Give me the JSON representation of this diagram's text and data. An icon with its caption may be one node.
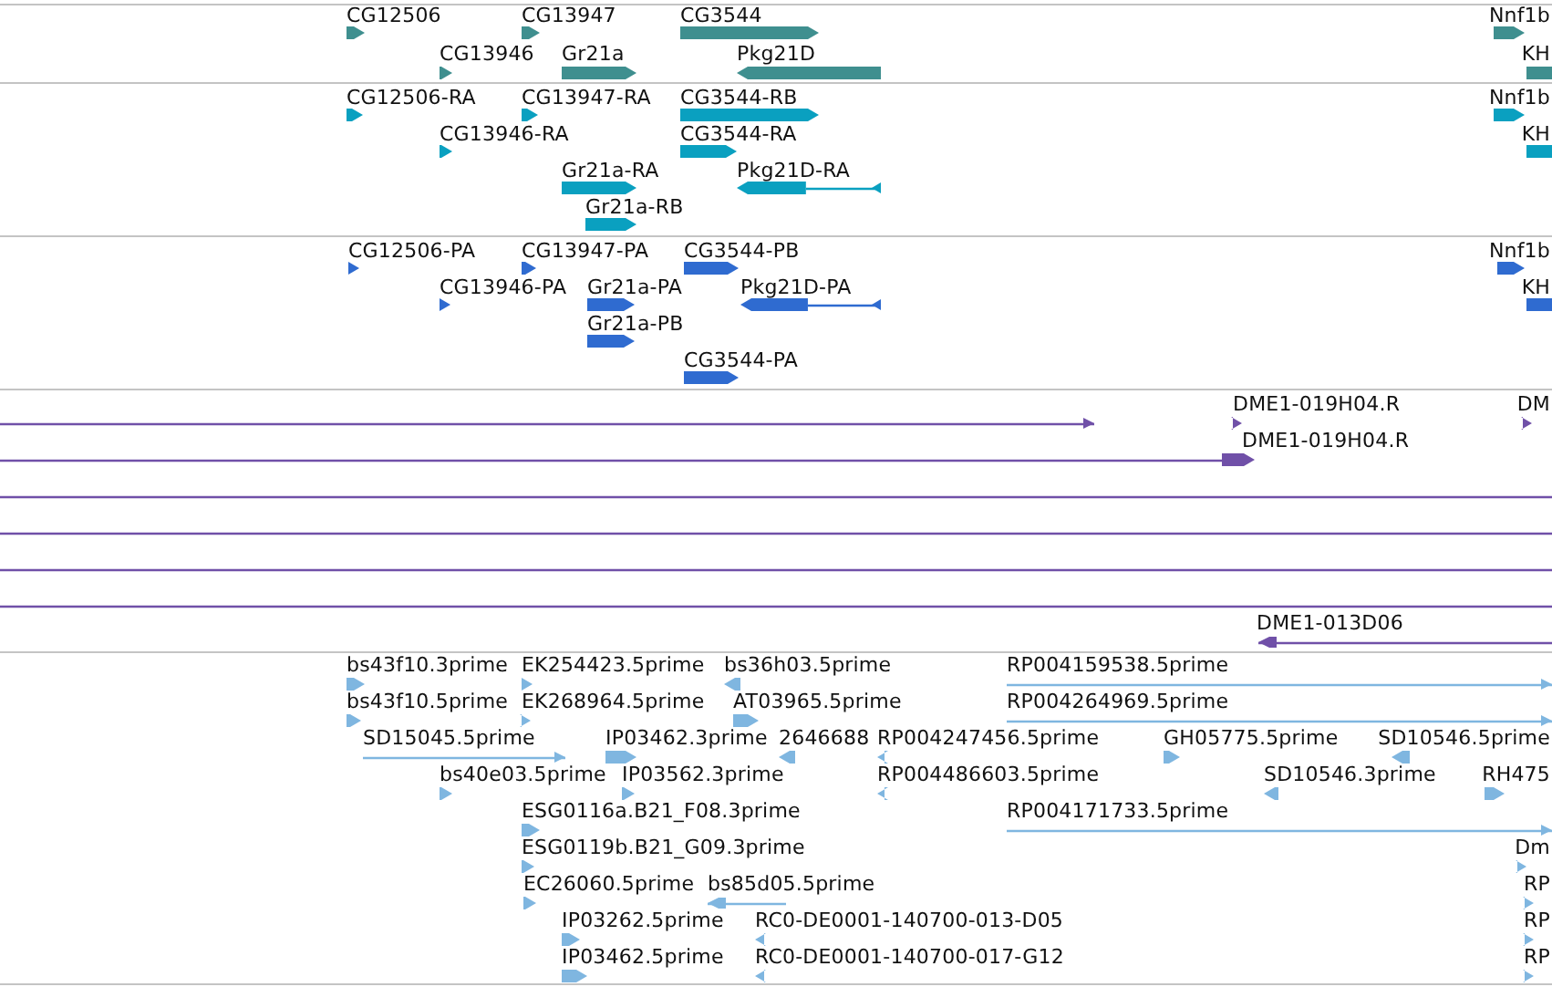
{
  "diagram": {
    "labels": [
      "CG12506",
      "CG13947",
      "CG3544",
      "Nnf1b",
      "CG13946",
      "Gr21a",
      "Pkg21D",
      "KH",
      "CG12506-RA",
      "CG13947-RA",
      "CG3544-RB",
      "Nnf1b",
      "CG13946-RA",
      "CG3544-RA",
      "KH",
      "Gr21a-RA",
      "Pkg21D-RA",
      "Gr21a-RB",
      "CG12506-PA",
      "CG13947-PA",
      "CG3544-PB",
      "Nnf1b",
      "CG13946-PA",
      "Gr21a-PA",
      "Pkg21D-PA",
      "KH",
      "Gr21a-PB",
      "CG3544-PA",
      "DME1-019H04.R",
      "DM",
      "DME1-019H04.R",
      "DME1-013D06",
      "bs43f10.3prime",
      "EK254423.5prime",
      "bs36h03.5prime",
      "RP004159538.5prime",
      "bs43f10.5prime",
      "EK268964.5prime",
      "AT03965.5prime",
      "RP004264969.5prime",
      "SD15045.5prime",
      "IP03462.3prime",
      "2646688",
      "RP004247456.5prime",
      "GH05775.5prime",
      "SD10546.5prime",
      "bs40e03.5prime",
      "IP03562.3prime",
      "RP004486603.5prime",
      "SD10546.3prime",
      "RH475",
      "ESG0116a.B21_F08.3prime",
      "RP004171733.5prime",
      "ESG0119b.B21_G09.3prime",
      "Dm",
      "EC26060.5prime",
      "bs85d05.5prime",
      "RP",
      "IP03262.5prime",
      "RC0-DE0001-140700-013-D05",
      "RP",
      "IP03462.5prime",
      "RC0-DE0001-140700-017-G12",
      "RP"
    ]
  }
}
